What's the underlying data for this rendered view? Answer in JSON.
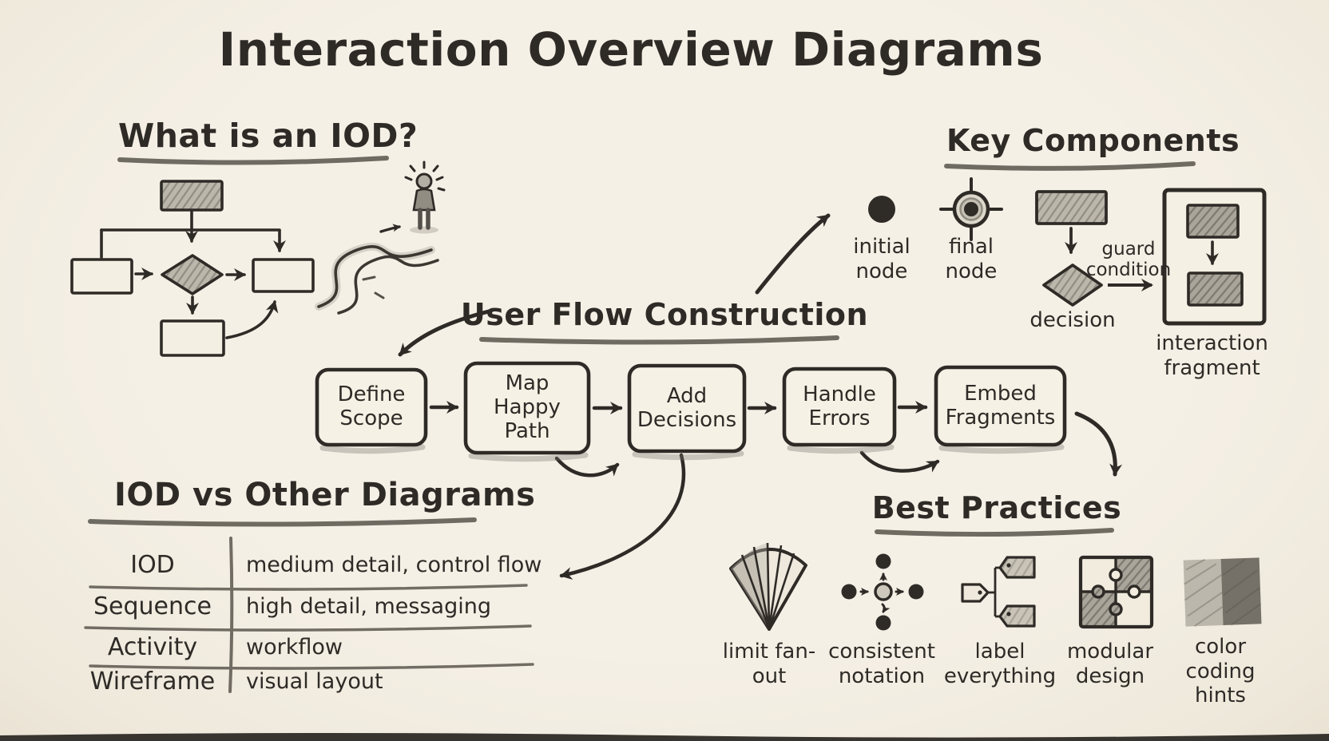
{
  "title": "Interaction Overview Diagrams",
  "colors": {
    "background": "#f3eee3",
    "ink": "#2e2b27",
    "shade_gray": "#a9a49a",
    "box_paper": "#f6f1e5"
  },
  "what_is": {
    "heading": "What is an IOD?"
  },
  "key_components": {
    "heading": "Key Components",
    "initial_node_label": "initial node",
    "final_node_label": "final node",
    "decision_label": "decision",
    "guard_condition_label": "guard condition",
    "interaction_fragment_label": "interaction fragment"
  },
  "user_flow": {
    "heading": "User Flow Construction",
    "steps": [
      "Define Scope",
      "Map Happy Path",
      "Add Decisions",
      "Handle Errors",
      "Embed Fragments"
    ]
  },
  "comparison": {
    "heading": "IOD vs Other Diagrams",
    "rows": [
      {
        "type": "IOD",
        "description": "medium detail, control flow"
      },
      {
        "type": "Sequence",
        "description": "high detail, messaging"
      },
      {
        "type": "Activity",
        "description": "workflow"
      },
      {
        "type": "Wireframe",
        "description": "visual layout"
      }
    ]
  },
  "best_practices": {
    "heading": "Best Practices",
    "items": [
      {
        "label": "limit fan-out",
        "icon": "fan-icon"
      },
      {
        "label": "consistent notation",
        "icon": "nodes-cross-icon"
      },
      {
        "label": "label everything",
        "icon": "tags-icon"
      },
      {
        "label": "modular design",
        "icon": "puzzle-icon"
      },
      {
        "label": "color coding hints",
        "icon": "color-swatch-icon"
      }
    ]
  }
}
